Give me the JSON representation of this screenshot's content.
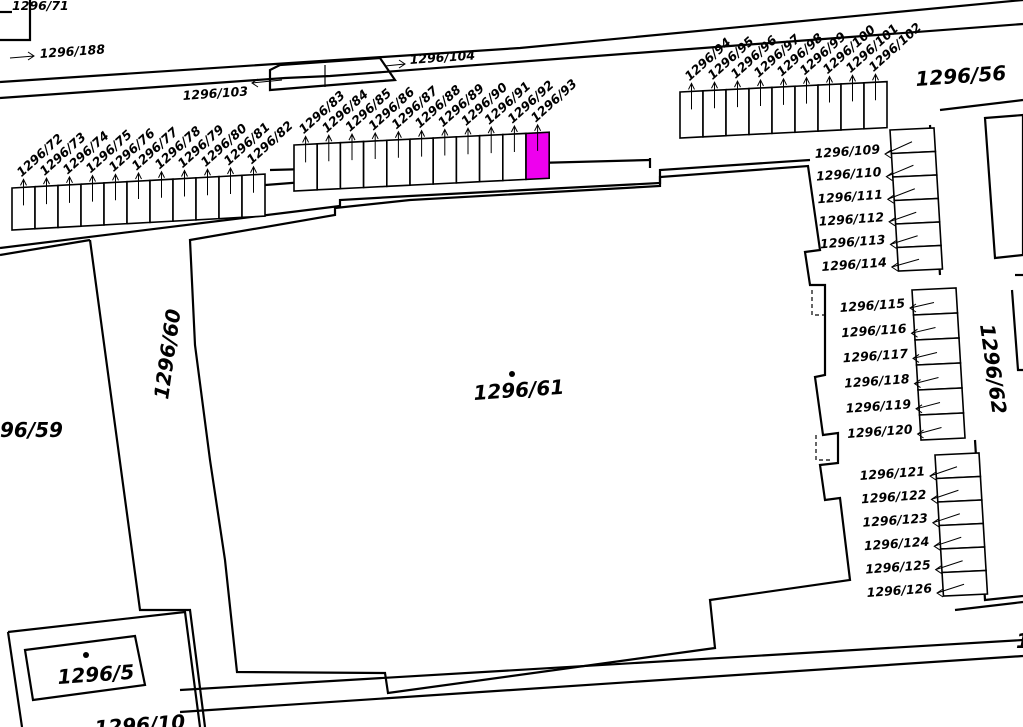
{
  "map": {
    "highlight_color": "#ee00ee",
    "parcels": {
      "p71": "1296/71",
      "p188": "1296/188",
      "p103": "1296/103",
      "p104": "1296/104",
      "p56": "1296/56",
      "p60": "1296/60",
      "p59": "96/59",
      "p61": "1296/61",
      "p62": "1296/62",
      "p5": "1296/5",
      "p110partial": "1296/10",
      "pright": "1"
    },
    "row_left": [
      "1296/72",
      "1296/73",
      "1296/74",
      "1296/75",
      "1296/76",
      "1296/77",
      "1296/78",
      "1296/79",
      "1296/80",
      "1296/81",
      "1296/82"
    ],
    "row_mid": [
      "1296/83",
      "1296/84",
      "1296/85",
      "1296/86",
      "1296/87",
      "1296/88",
      "1296/89",
      "1296/90",
      "1296/91",
      "1296/92",
      "1296/93"
    ],
    "row_top_right": [
      "1296/94",
      "1296/95",
      "1296/96",
      "1296/97",
      "1296/98",
      "1296/99",
      "1296/100",
      "1296/101",
      "1296/102"
    ],
    "col_a": [
      "1296/109",
      "1296/110",
      "1296/111",
      "1296/112",
      "1296/113",
      "1296/114"
    ],
    "col_b": [
      "1296/115",
      "1296/116",
      "1296/117",
      "1296/118",
      "1296/119",
      "1296/120"
    ],
    "col_c": [
      "1296/121",
      "1296/122",
      "1296/123",
      "1296/124",
      "1296/125",
      "1296/126"
    ],
    "highlighted_parcel": "1296/93"
  }
}
